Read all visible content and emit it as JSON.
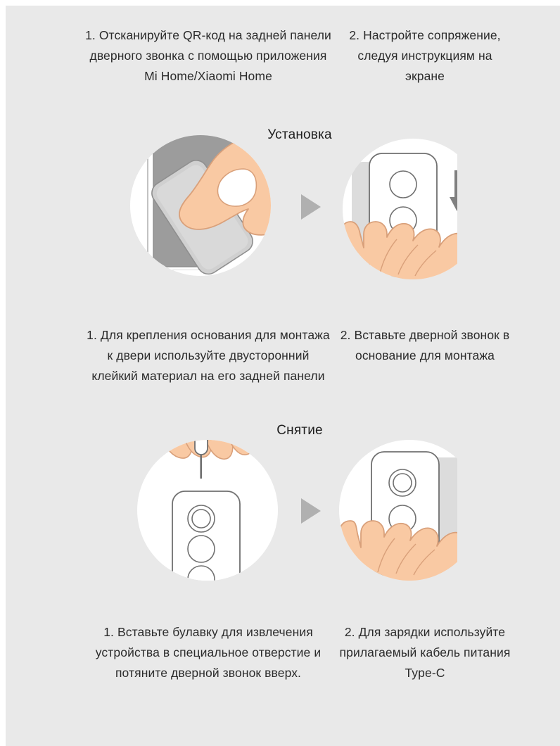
{
  "page": {
    "background_color": "#e9e9e9",
    "text_color": "#2b2b2b",
    "accent_skin_color": "#f9c9a3",
    "accent_skin_outline": "#d9a07a",
    "device_outline_color": "#707070",
    "door_gray": "#9c9c9c",
    "mount_gray": "#dcdcdc",
    "arrow_gray": "#b0b0b0",
    "dark_arrow_gray": "#808080"
  },
  "captions": {
    "pairing_step_1": "1. Отсканируйте QR-код на задней панели дверного звонка с помощью приложения Mi Home/Xiaomi Home",
    "pairing_step_2": "2. Настройте сопряжение, следуя инструкциям на экране",
    "install_step_1": "1. Для крепления основания для монтажа к двери используйте двусторонний клейкий материал на его задней панели",
    "install_step_2": "2. Вставьте дверной звонок в основание для монтажа",
    "remove_step_1": "1. Вставьте булавку для извлечения устройства в специальное отверстие и потяните дверной звонок вверх.",
    "remove_step_2": "2. Для зарядки используйте прилагаемый кабель питания Type-C"
  },
  "section_titles": {
    "install": "Установка",
    "remove": "Снятие"
  },
  "illustrations": {
    "install_left": {
      "name": "hand-applying-mount-to-door",
      "description": "Рука прижимает основание для монтажа к двери"
    },
    "install_right": {
      "name": "hand-holding-doorbell-insert",
      "description": "Рука вставляет дверной звонок в основание, стрелка вниз"
    },
    "remove_left": {
      "name": "pin-tool-into-hole",
      "description": "Булавка вставляется в отверстие устройства"
    },
    "remove_right": {
      "name": "hand-pulling-doorbell-up",
      "description": "Рука снимает дверной звонок с основания"
    },
    "flow_arrow": "play-triangle-right",
    "direction_arrow": "arrow-down"
  }
}
